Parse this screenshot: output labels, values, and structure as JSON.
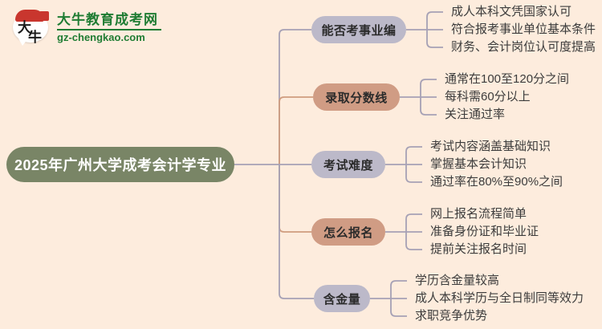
{
  "site": {
    "logo_title": "大牛教育成考网",
    "logo_url": "gz-chengkao.com",
    "logo_char_1": "大",
    "logo_char_2": "牛"
  },
  "mindmap": {
    "root": "2025年广州大学成考会计学专业",
    "branches": [
      {
        "label": "能否考事业编",
        "variant": "gray",
        "items": [
          "成人本科文凭国家认可",
          "符合报考事业单位基本条件",
          "财务、会计岗位认可度提高"
        ]
      },
      {
        "label": "录取分数线",
        "variant": "tan",
        "items": [
          "通常在100至120分之间",
          "每科需60分以上",
          "关注通过率"
        ]
      },
      {
        "label": "考试难度",
        "variant": "gray",
        "items": [
          "考试内容涵盖基础知识",
          "掌握基本会计知识",
          "通过率在80%至90%之间"
        ]
      },
      {
        "label": "怎么报名",
        "variant": "tan",
        "items": [
          "网上报名流程简单",
          "准备身份证和毕业证",
          "提前关注报名时间"
        ]
      },
      {
        "label": "含金量",
        "variant": "gray",
        "items": [
          "学历含金量较高",
          "成人本科学历与全日制同等效力",
          "求职竞争优势"
        ]
      }
    ]
  },
  "palette": {
    "background": "#fdecdd",
    "root_fill": "#798566",
    "root_text": "#ffffff",
    "gray_fill": "#bcb9c9",
    "tan_fill": "#d09c84",
    "node_text": "#2b2b2b",
    "leaf_text": "#3c3c3c",
    "gray_line": "#a6a1b5",
    "tan_line": "#cf9c7f",
    "logo_green": "#1f7c33",
    "logo_red": "#c9362e"
  }
}
